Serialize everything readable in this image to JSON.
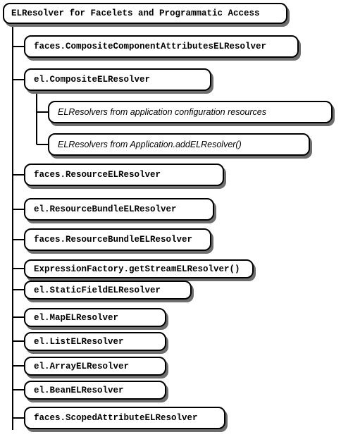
{
  "root": {
    "label": "ELResolver for Facelets and Programmatic Access"
  },
  "children": [
    {
      "label": "faces.CompositeComponentAttributesELResolver"
    },
    {
      "label": "el.CompositeELResolver",
      "children": [
        {
          "label": "ELResolvers from application configuration resources"
        },
        {
          "label": "ELResolvers from Application.addELResolver()"
        }
      ]
    },
    {
      "label": "faces.ResourceELResolver"
    },
    {
      "label": "el.ResourceBundleELResolver"
    },
    {
      "label": "faces.ResourceBundleELResolver"
    },
    {
      "label": "ExpressionFactory.getStreamELResolver()"
    },
    {
      "label": "el.StaticFieldELResolver"
    },
    {
      "label": "el.MapELResolver"
    },
    {
      "label": "el.ListELResolver"
    },
    {
      "label": "el.ArrayELResolver"
    },
    {
      "label": "el.BeanELResolver"
    },
    {
      "label": "faces.ScopedAttributeELResolver"
    }
  ]
}
